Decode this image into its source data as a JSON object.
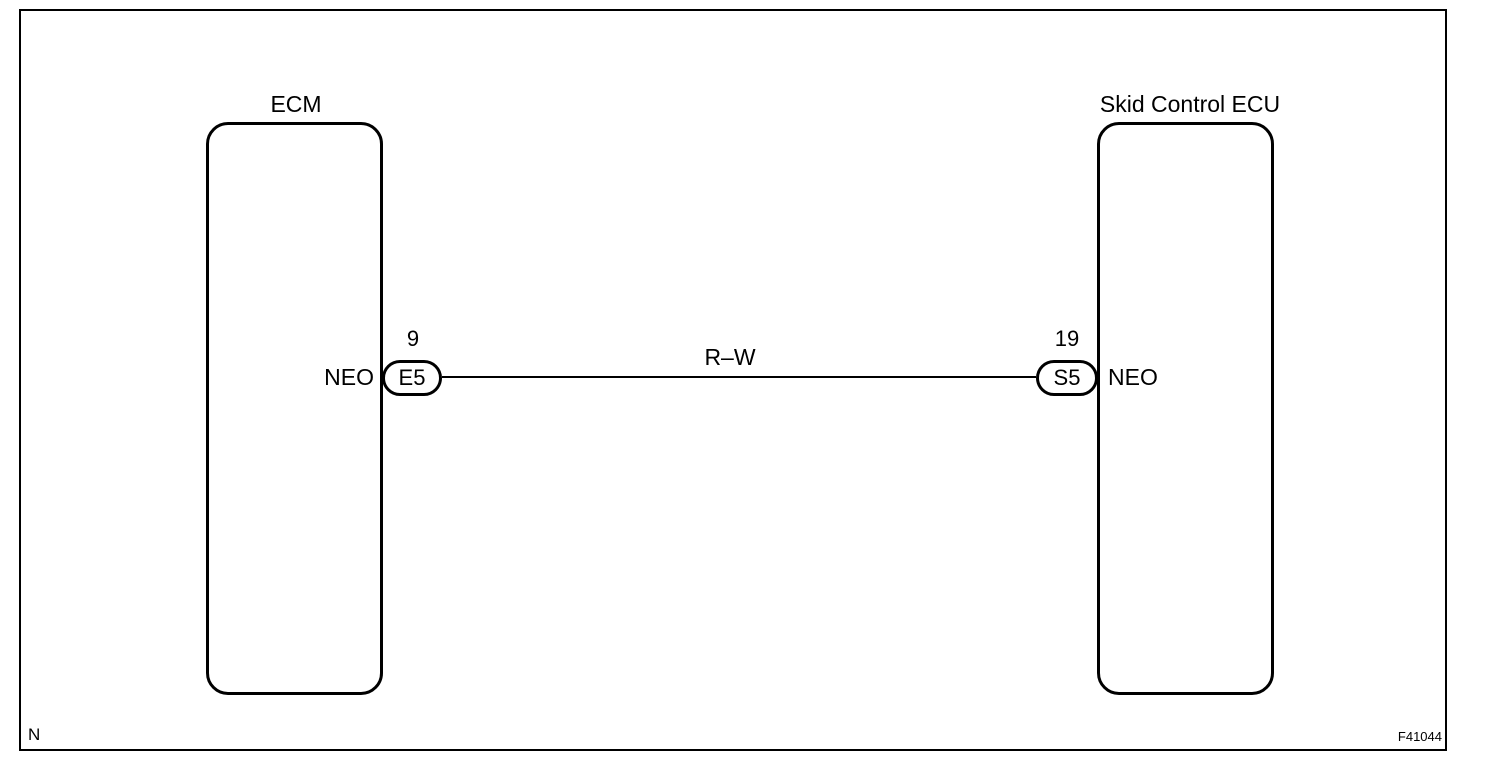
{
  "ecm": {
    "title": "ECM",
    "signal": "NEO",
    "pin": "9",
    "connector": "E5"
  },
  "skid_ecu": {
    "title": "Skid Control ECU",
    "signal": "NEO",
    "pin": "19",
    "connector": "S5"
  },
  "wire": {
    "color_code": "R–W"
  },
  "footer": {
    "left_mark": "N",
    "figure_id": "F41044"
  }
}
